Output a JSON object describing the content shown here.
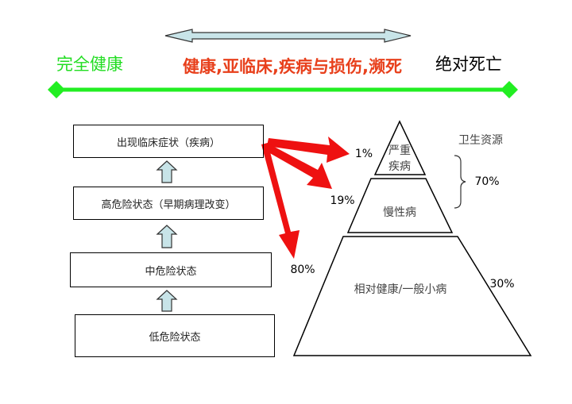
{
  "spectrum": {
    "left_label": "完全健康",
    "middle_label": "健康,亚临床,疾病与损伤,濒死",
    "right_label": "绝对死亡",
    "colors": {
      "left": "#22dd22",
      "middle": "#e8401c",
      "right": "#000000",
      "line": "#22ee22"
    }
  },
  "stages": [
    {
      "label": "出现临床症状（疾病）"
    },
    {
      "label": "高危险状态（早期病理改变）"
    },
    {
      "label": "中危险状态"
    },
    {
      "label": "低危险状态"
    }
  ],
  "pyramid": {
    "resource_label": "卫生资源",
    "levels": [
      {
        "label_line1": "严重",
        "label_line2": "疾病",
        "population": "1%"
      },
      {
        "label": "慢性病",
        "population": "19%"
      },
      {
        "label": "相对健康/一般小病",
        "population": "80%",
        "resource": "30%"
      }
    ],
    "top_resource": "70%"
  }
}
